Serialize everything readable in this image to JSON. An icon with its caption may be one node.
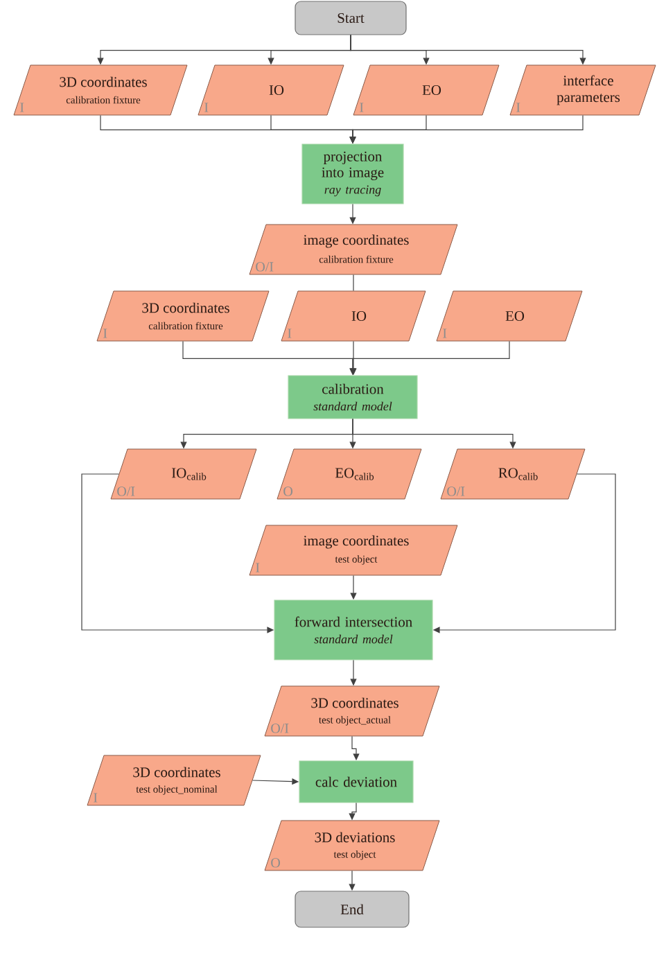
{
  "diagram": {
    "nodes": [
      {
        "text": [
          "Start"
        ]
      },
      {
        "text": [
          "3D coordinates",
          "calibration fixture",
          "I"
        ]
      },
      {
        "text": [
          "IO",
          "I"
        ]
      },
      {
        "text": [
          "EO",
          "I"
        ]
      },
      {
        "text": [
          "interface parameters",
          "I"
        ]
      },
      {
        "text": [
          "projection into image",
          "ray tracing"
        ]
      },
      {
        "text": [
          "image coordinates",
          "calibration fixture",
          "O/I"
        ]
      },
      {
        "text": [
          "3D coordinates",
          "calibration fixture",
          "I"
        ]
      },
      {
        "text": [
          "IO",
          "I"
        ]
      },
      {
        "text": [
          "EO",
          "I"
        ]
      },
      {
        "text": [
          "calibration",
          "standard model"
        ]
      },
      {
        "text": [
          "IO$_{calib}$",
          "O/I"
        ]
      },
      {
        "text": [
          "EO$_{calib}$",
          "O"
        ]
      },
      {
        "text": [
          "RO$_{calib}$",
          "O/I"
        ]
      },
      {
        "text": [
          "image coordinates",
          "test object",
          "I"
        ]
      },
      {
        "text": [
          "forward intersection",
          "standard model"
        ]
      },
      {
        "text": [
          "3D coordinates",
          "test object_actual",
          "O/I"
        ]
      },
      {
        "text": [
          "calc deviation"
        ]
      },
      {
        "text": [
          "3D coordinates",
          "test object_nominal",
          "I"
        ]
      },
      {
        "text": [
          "3D deviations",
          "test object",
          "O"
        ]
      },
      {
        "text": [
          "End"
        ]
      }
    ],
    "edges": [
      {
        "from": 0,
        "to": 1,
        "arrow": "to"
      },
      {
        "from": 0,
        "to": 2,
        "arrow": "to"
      },
      {
        "from": 0,
        "to": 3,
        "arrow": "to"
      },
      {
        "from": 0,
        "to": 4,
        "arrow": "to"
      },
      {
        "from": 1,
        "to": 5,
        "arrow": "to"
      },
      {
        "from": 2,
        "to": 5,
        "arrow": "to"
      },
      {
        "from": 3,
        "to": 5,
        "arrow": "to"
      },
      {
        "from": 4,
        "to": 5,
        "arrow": "to"
      },
      {
        "from": 5,
        "to": 6,
        "arrow": "to"
      },
      {
        "from": 6,
        "to": 8,
        "arrow": "none"
      },
      {
        "from": 7,
        "to": 10,
        "arrow": "to"
      },
      {
        "from": 8,
        "to": 10,
        "arrow": "to"
      },
      {
        "from": 9,
        "to": 10,
        "arrow": "to"
      },
      {
        "from": 10,
        "to": 11,
        "arrow": "to"
      },
      {
        "from": 10,
        "to": 12,
        "arrow": "to"
      },
      {
        "from": 10,
        "to": 13,
        "arrow": "to"
      },
      {
        "from": 11,
        "to": 15,
        "arrow": "to"
      },
      {
        "from": 13,
        "to": 15,
        "arrow": "to"
      },
      {
        "from": 14,
        "to": 15,
        "arrow": "to"
      },
      {
        "from": 15,
        "to": 16,
        "arrow": "to"
      },
      {
        "from": 16,
        "to": 17,
        "arrow": "to"
      },
      {
        "from": 18,
        "to": 17,
        "arrow": "to"
      },
      {
        "from": 17,
        "to": 19,
        "arrow": "to"
      },
      {
        "from": 19,
        "to": 20,
        "arrow": "to"
      }
    ]
  }
}
